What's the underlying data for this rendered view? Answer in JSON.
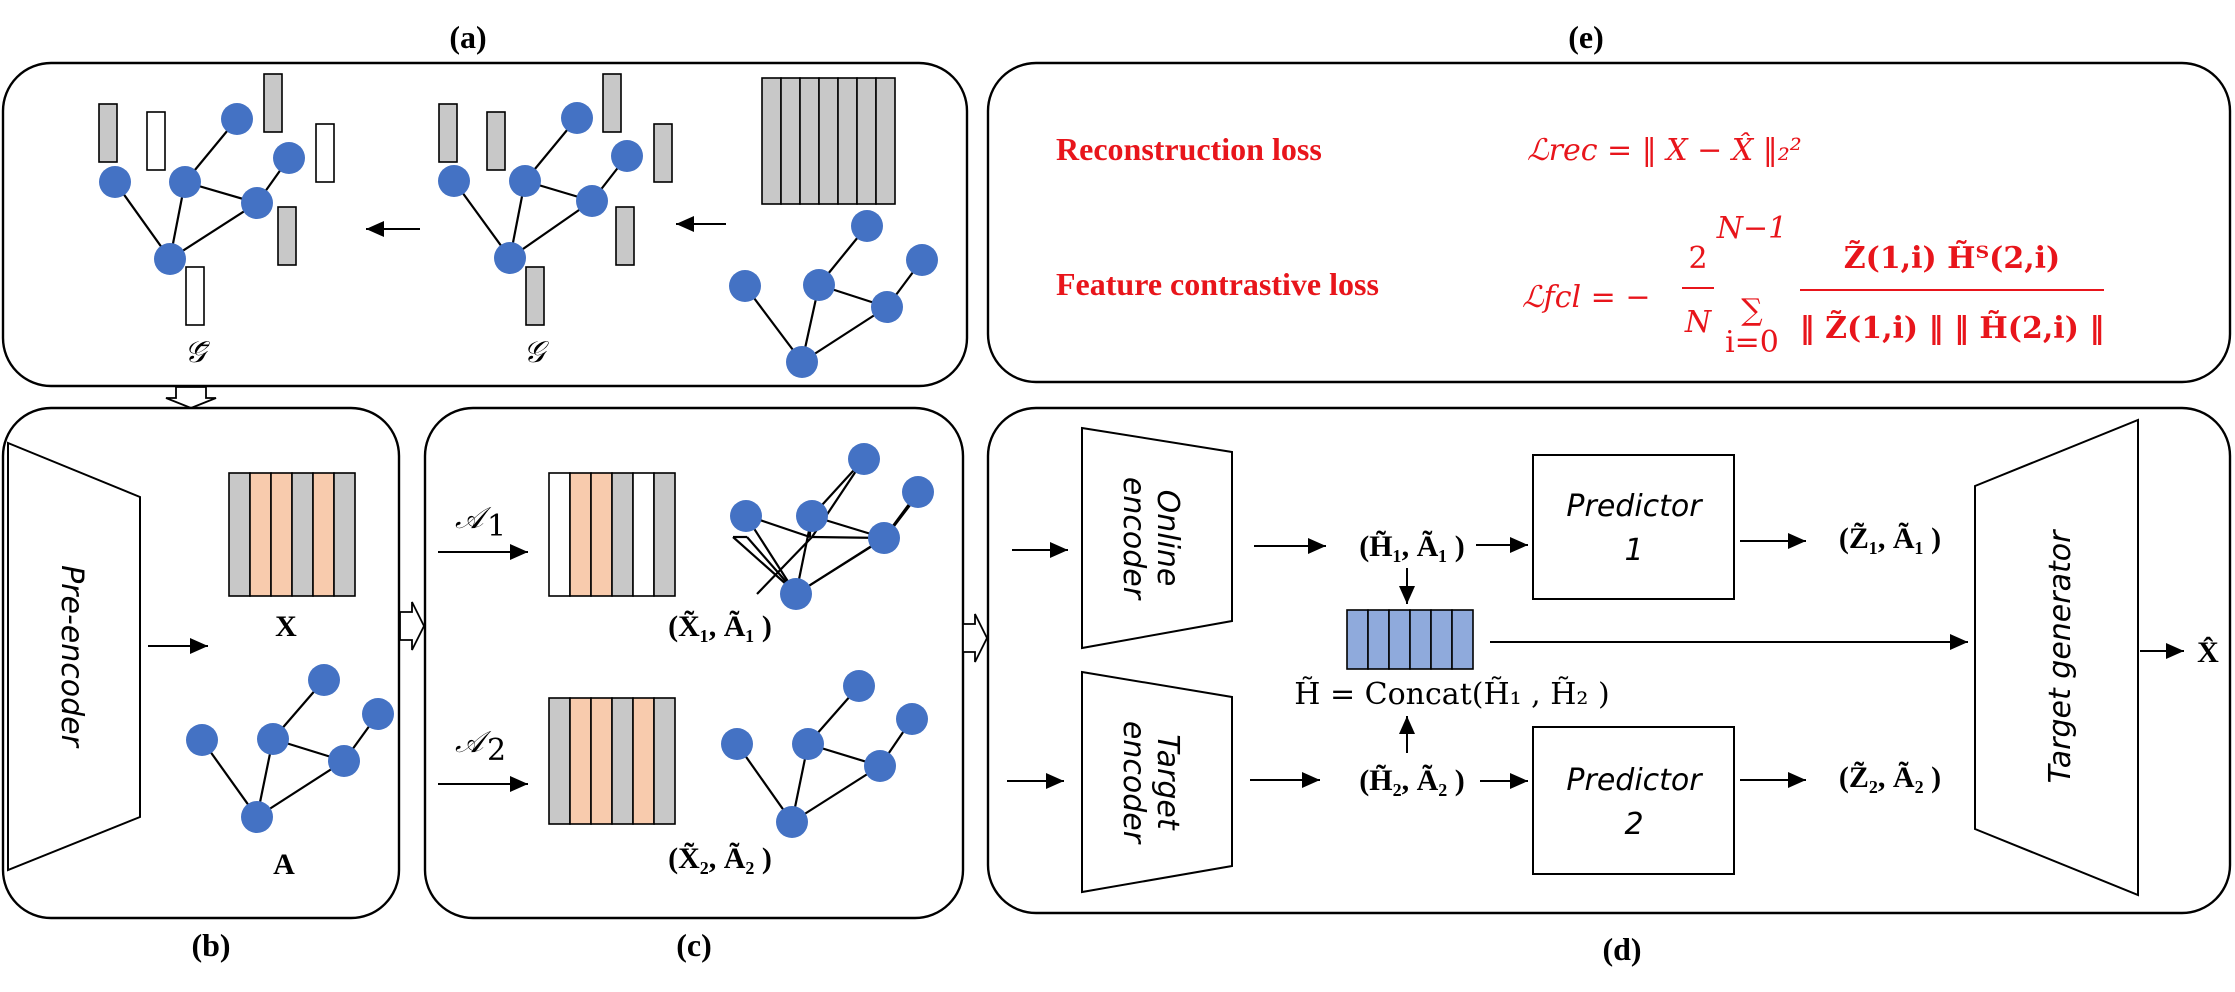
{
  "panels": {
    "a": {
      "label": "(a)",
      "graph_bar_label": "𝒢̄",
      "graph_label": "𝒢"
    },
    "b": {
      "label": "(b)",
      "encoder": "Pre-encoder",
      "feature_label": "X",
      "adjacency_label": "A"
    },
    "c": {
      "label": "(c)",
      "aug1": "𝒜",
      "aug1_sub": "1",
      "aug2": "𝒜",
      "aug2_sub": "2",
      "view1": "(X̃₁, Ã₁ )",
      "view2": "(X̃₂, Ã₂ )"
    },
    "d": {
      "label": "(d)",
      "online_encoder": [
        "Online",
        "encoder"
      ],
      "target_encoder": [
        "Target",
        "encoder"
      ],
      "predictor1": [
        "Predictor",
        "1"
      ],
      "predictor2": [
        "Predictor",
        "2"
      ],
      "h1": "(H̃₁, Ã₁ )",
      "h2": "(H̃₂, Ã₂ )",
      "z1": "(Z̃₁, Ã₁ )",
      "z2": "(Z̃₂, Ã₂ )",
      "concat": "H̃ = Concat(H̃₁ , H̃₂ )",
      "generator": "Target generator",
      "output": "X̂"
    },
    "e": {
      "label": "(e)",
      "rec_name": "Reconstruction loss",
      "rec_formula": "ℒrec = ‖ X − X̂ ‖₂²",
      "fcl_name": "Feature contrastive loss",
      "fcl_lhs": "ℒfcl = −",
      "fcl_frac_num": "2",
      "fcl_frac_den": "N",
      "fcl_sum_top": "N−1",
      "fcl_sum_bottom": "i=0",
      "fcl_num": "Z̃(1,i) H̃ᵀ(2,i)",
      "fcl_den": "‖ Z̃(1,i) ‖ ‖ H̃(2,i) ‖"
    }
  },
  "colors": {
    "node": "#4472c4",
    "bar_gray": "#c8c8c8",
    "bar_orange": "#f8cbad",
    "bar_blue": "#8faadc",
    "loss_text": "#e8151b"
  }
}
